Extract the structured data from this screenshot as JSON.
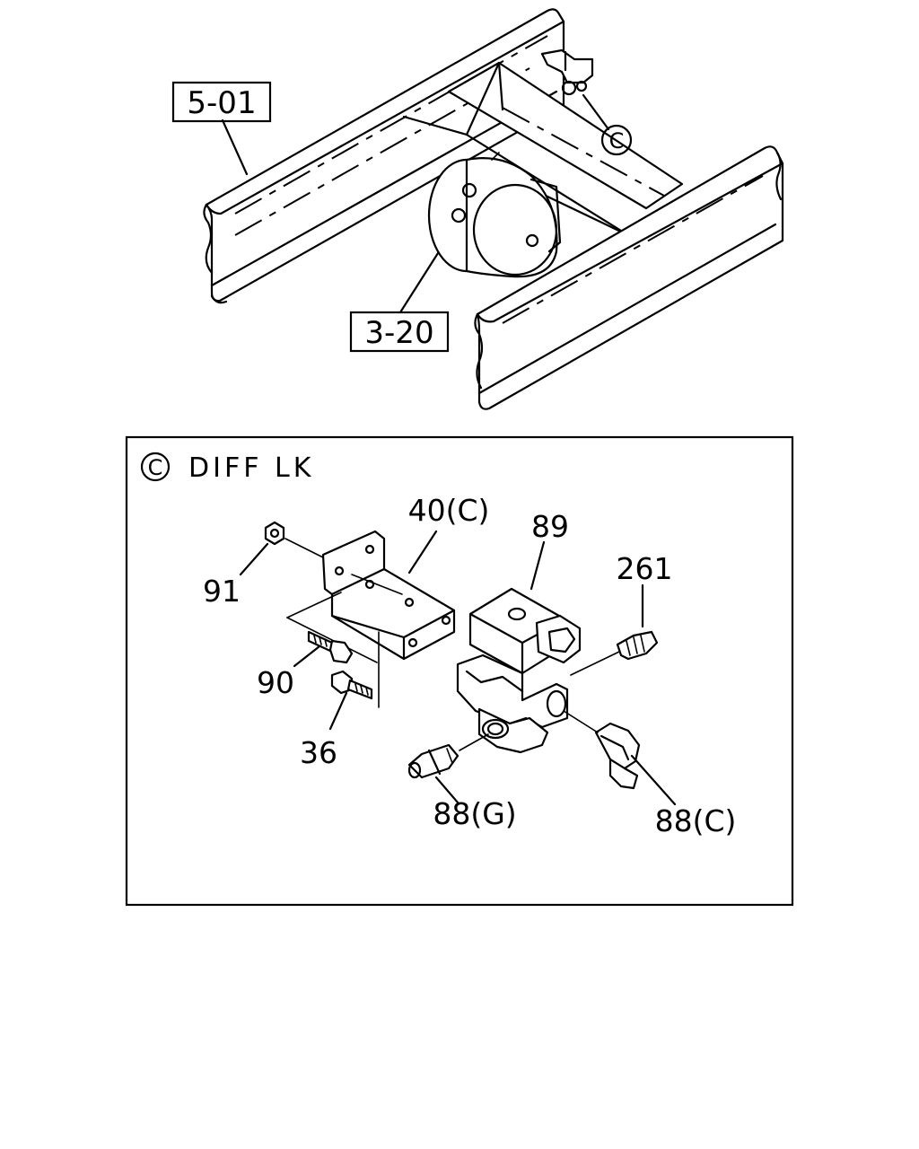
{
  "overview": {
    "callout_frame_rail": "5-01",
    "callout_chamber": "3-20",
    "detail_marker": "C"
  },
  "detail": {
    "marker": "C",
    "title": "DIFF LK",
    "parts": [
      {
        "key": "bracket",
        "label": "40(C)"
      },
      {
        "key": "solenoid_valve",
        "label": "89"
      },
      {
        "key": "plug",
        "label": "261"
      },
      {
        "key": "nut",
        "label": "91"
      },
      {
        "key": "bolt_a",
        "label": "90"
      },
      {
        "key": "bolt_b",
        "label": "36"
      },
      {
        "key": "fitting_straight",
        "label": "88(G)"
      },
      {
        "key": "fitting_elbow",
        "label": "88(C)"
      }
    ]
  }
}
